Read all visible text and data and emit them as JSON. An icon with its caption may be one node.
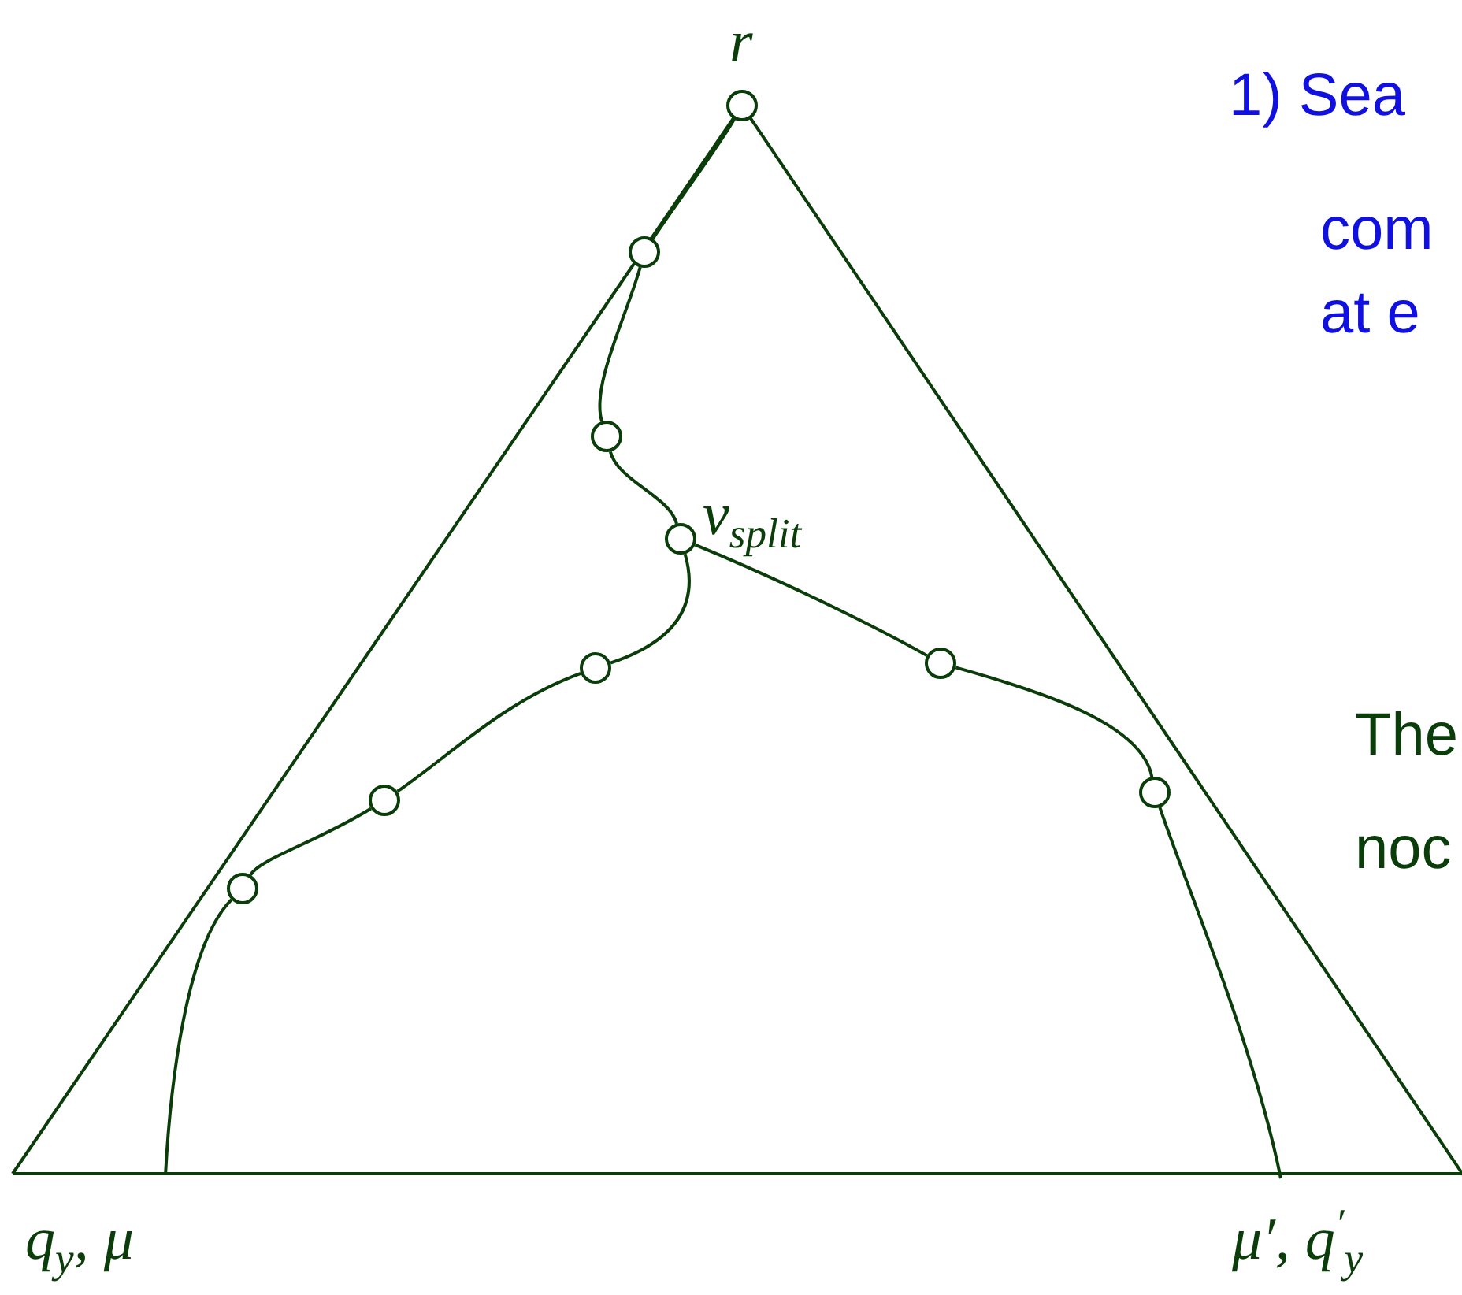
{
  "diagram": {
    "nodes": [
      {
        "text": [],
        "shape": "circle",
        "beside": [
          "r"
        ]
      },
      {
        "text": [],
        "shape": "circle"
      },
      {
        "text": [],
        "shape": "circle"
      },
      {
        "text": [],
        "shape": "circle",
        "beside": [
          "v$_{split}$"
        ]
      },
      {
        "text": [],
        "shape": "circle"
      },
      {
        "text": [],
        "shape": "circle"
      },
      {
        "text": [],
        "shape": "circle"
      },
      {
        "text": [],
        "shape": "circle"
      },
      {
        "text": [],
        "shape": "circle"
      }
    ],
    "edges": [
      {
        "from": 0,
        "to": 1,
        "arrow": "none"
      },
      {
        "from": 1,
        "to": 2,
        "arrow": "none"
      },
      {
        "from": 2,
        "to": 3,
        "arrow": "none"
      },
      {
        "from": 3,
        "to": 4,
        "arrow": "none"
      },
      {
        "from": 4,
        "to": 5,
        "arrow": "none"
      },
      {
        "from": 5,
        "to": 6,
        "arrow": "none"
      },
      {
        "from": 6,
        "to": null,
        "arrow": "none"
      },
      {
        "from": 3,
        "to": 7,
        "arrow": "none"
      },
      {
        "from": 7,
        "to": 8,
        "arrow": "none"
      },
      {
        "from": 8,
        "to": null,
        "arrow": "none"
      }
    ],
    "labels": [
      "q$_{y}$, μ",
      "μ′, q$^{′}$$_{y}$",
      "1) Sea",
      "com",
      "at e",
      "The",
      "noc"
    ]
  }
}
